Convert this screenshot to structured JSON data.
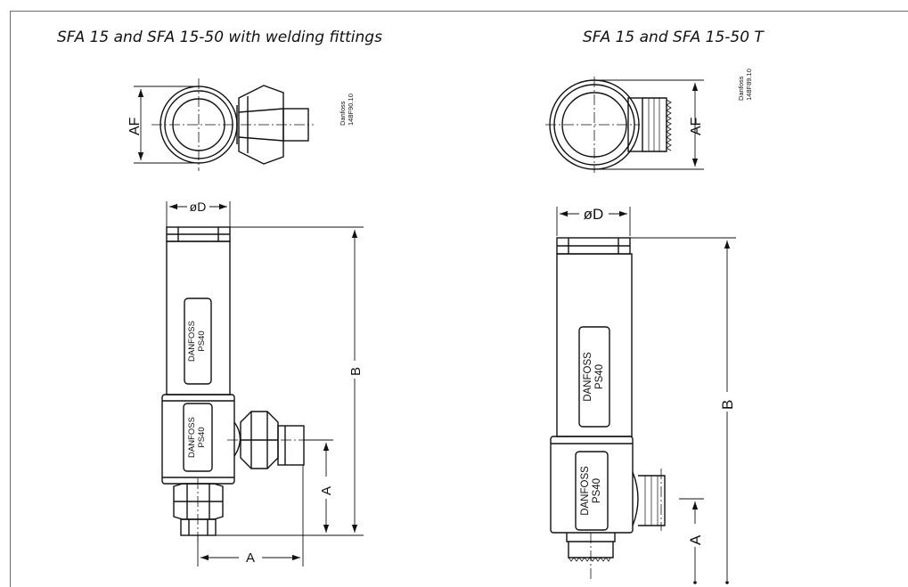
{
  "titles": {
    "left": "SFA 15 and SFA 15-50 with welding fittings",
    "right": "SFA 15 and SFA 15-50  T"
  },
  "drawing_codes": {
    "left": [
      "Danfoss",
      "148F90.10"
    ],
    "right": [
      "Danfoss",
      "148F89.10"
    ]
  },
  "dimensions": {
    "AF": "AF",
    "D": "øD",
    "B": "B",
    "A": "A"
  },
  "body_label": [
    "DANFOSS",
    "PS40"
  ],
  "colors": {
    "line": "#111111",
    "frame": "#6e6e6e"
  }
}
